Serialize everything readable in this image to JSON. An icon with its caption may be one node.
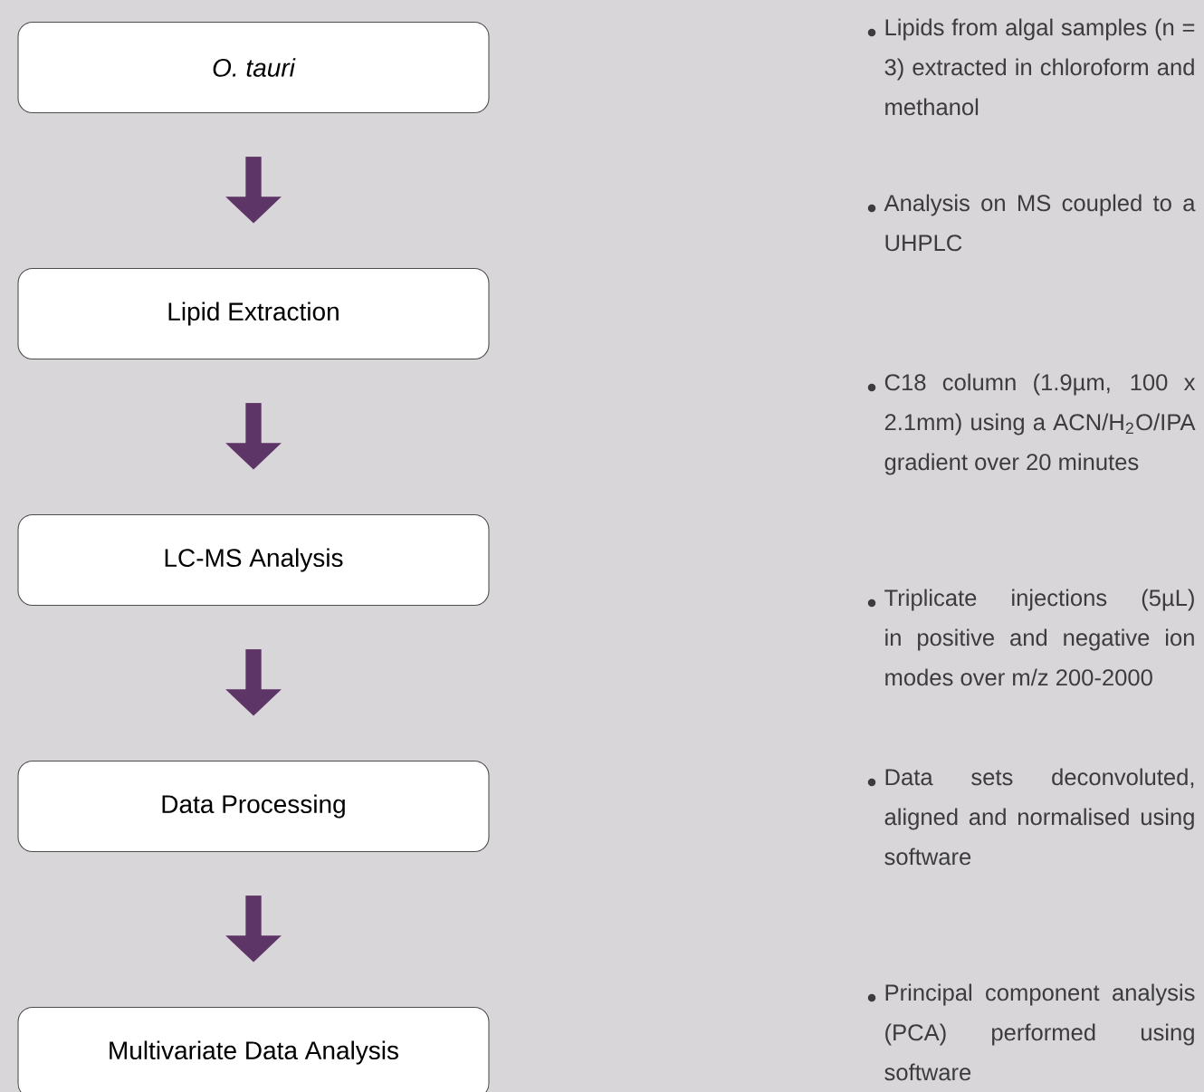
{
  "diagram": {
    "nodes": [
      {
        "text": [
          "O. tauri"
        ]
      },
      {
        "text": [
          "Lipid Extraction"
        ]
      },
      {
        "text": [
          "LC-MS Analysis"
        ]
      },
      {
        "text": [
          "Data Processing"
        ]
      },
      {
        "text": [
          "Multivariate Data Analysis"
        ]
      }
    ],
    "edges": [
      {
        "from": 0,
        "to": 1,
        "arrow": "to"
      },
      {
        "from": 1,
        "to": 2,
        "arrow": "to"
      },
      {
        "from": 2,
        "to": 3,
        "arrow": "to"
      },
      {
        "from": 3,
        "to": 4,
        "arrow": "to"
      }
    ],
    "labels": [
      "Lipids from algal samples (n = 3) extracted in chloroform and methanol",
      "Analysis on MS coupled to a UHPLC",
      "C18 column (1.9µm, 100 x 2.1mm) using a ACN/H$_{2}$O/IPA gradient over 20 minutes",
      "Triplicate injections (5µL) in positive and negative ion modes over m/z 200-2000",
      "Data sets deconvoluted, aligned and normalised using software",
      "Principal component analysis (PCA) performed using software"
    ]
  }
}
